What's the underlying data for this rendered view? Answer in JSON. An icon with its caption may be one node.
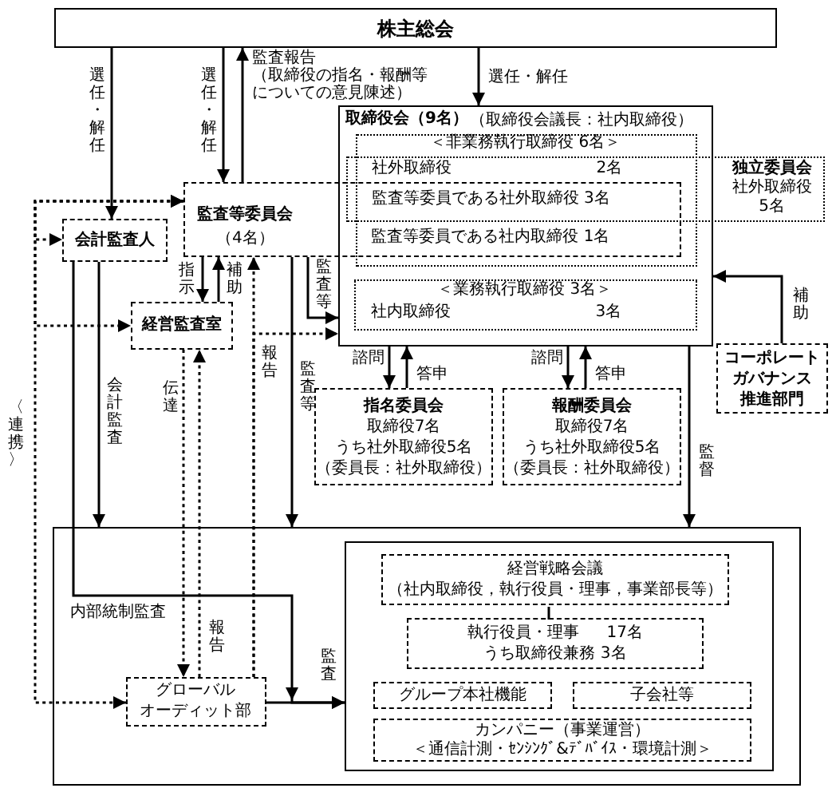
{
  "diagram": {
    "nodes": [
      {
        "text": [
          "株主総会"
        ]
      },
      {
        "text": [
          "取締役会（9名）",
          "（取締役会議長：社内取締役）"
        ]
      },
      {
        "text": [
          "＜非業務執行取締役 6名＞"
        ],
        "in": 1
      },
      {
        "text": [
          "＜業務執行取締役 3名＞",
          "社内取締役",
          "3名"
        ],
        "in": 1
      },
      {
        "text": [
          "独立委員会",
          "社外取締役 5名",
          "社外取締役",
          "2名",
          "監査等委員である社外取締役 3名"
        ]
      },
      {
        "text": [
          "監査等委員会",
          "（4名）",
          "監査等委員である社内取締役 1名"
        ]
      },
      {
        "text": [
          "会計監査人"
        ]
      },
      {
        "text": [
          "経営監査室"
        ]
      },
      {
        "text": [
          "コーポレートガバナンス推進部門"
        ]
      },
      {
        "text": [
          "指名委員会",
          "取締役7名",
          "うち社外取締役5名",
          "（委員長：社外取締役）"
        ]
      },
      {
        "text": [
          "報酬委員会",
          "取締役7名",
          "うち社外取締役5名",
          "（委員長：社外取締役）"
        ]
      },
      {
        "text": [],
        "shape": "box"
      },
      {
        "text": [
          "グローバルオーディット部"
        ],
        "in": 11
      },
      {
        "text": [],
        "shape": "box",
        "in": 11
      },
      {
        "text": [
          "経営戦略会議",
          "（社内取締役，執行役員・理事，事業部長等）"
        ],
        "in": 13
      },
      {
        "text": [
          "執行役員・理事 17名",
          "うち取締役兼務 3名"
        ],
        "in": 13
      },
      {
        "text": [
          "グループ本社機能"
        ],
        "in": 13
      },
      {
        "text": [
          "子会社等"
        ],
        "in": 13
      },
      {
        "text": [
          "カンパニー（事業運営）",
          "＜通信計測・ｾﾝｼﾝｸﾞ&ﾃﾞﾊﾞｲｽ・環境計測＞"
        ],
        "in": 13
      }
    ],
    "edges": [
      {
        "from": 0,
        "to": 6,
        "arrow": "to",
        "label": "選任・解任"
      },
      {
        "from": 0,
        "to": 5,
        "arrow": "to",
        "label": "選任・解任"
      },
      {
        "from": 5,
        "to": 0,
        "arrow": "to",
        "label": "監査報告（取締役の指名・報酬等についての意見陳述）"
      },
      {
        "from": 0,
        "to": 1,
        "arrow": "to",
        "label": "選任・解任"
      },
      {
        "from": 5,
        "to": 6,
        "arrow": "both",
        "style": "dashed"
      },
      {
        "from": 5,
        "to": 7,
        "arrow": "both",
        "style": "dashed"
      },
      {
        "from": 5,
        "to": 12,
        "arrow": "both",
        "style": "dashed"
      },
      {
        "from": 5,
        "to": 7,
        "arrow": "to",
        "label": "指示"
      },
      {
        "from": 7,
        "to": 5,
        "arrow": "to",
        "label": "補助"
      },
      {
        "from": 6,
        "to": 11,
        "arrow": "to",
        "label": "会計監査"
      },
      {
        "from": 6,
        "to": 13,
        "arrow": "to",
        "label": "内部統制監査"
      },
      {
        "from": 7,
        "to": 12,
        "arrow": "to",
        "style": "dashed",
        "label": "伝達"
      },
      {
        "from": 12,
        "to": 7,
        "arrow": "to",
        "style": "dashed",
        "label": "報告"
      },
      {
        "from": 12,
        "to": 5,
        "arrow": "to",
        "style": "dashed",
        "label": "報告"
      },
      {
        "from": 12,
        "to": 1,
        "arrow": "to",
        "style": "dashed"
      },
      {
        "from": 5,
        "to": 1,
        "arrow": "to",
        "label": "監査等"
      },
      {
        "from": 5,
        "to": 11,
        "arrow": "to",
        "label": "監査等"
      },
      {
        "from": 1,
        "to": 9,
        "arrow": "to",
        "label": "諮問"
      },
      {
        "from": 9,
        "to": 1,
        "arrow": "to",
        "label": "答申"
      },
      {
        "from": 1,
        "to": 10,
        "arrow": "to",
        "label": "諮問"
      },
      {
        "from": 10,
        "to": 1,
        "arrow": "to",
        "label": "答申"
      },
      {
        "from": 1,
        "to": 11,
        "arrow": "to",
        "label": "監督"
      },
      {
        "from": 8,
        "to": 1,
        "arrow": "to",
        "label": "補助"
      },
      {
        "from": 12,
        "to": 13,
        "arrow": "to",
        "label": "監査"
      },
      {
        "from": 14,
        "to": 15,
        "arrow": "none"
      }
    ],
    "labels": [
      "〈連携〉"
    ]
  }
}
